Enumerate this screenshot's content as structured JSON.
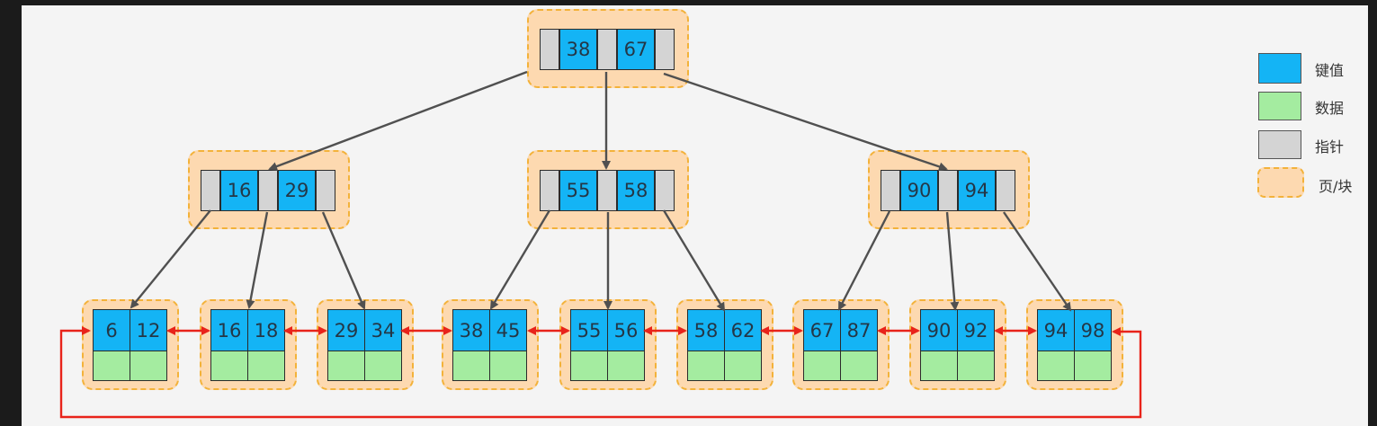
{
  "colors": {
    "key": "#14b4f5",
    "data": "#a4eca0",
    "pointer": "#d4d4d4",
    "page_fill": "#fdd9b0",
    "page_border": "#f3b23a",
    "tree_arrow": "#505050",
    "link_arrow": "#e8231a"
  },
  "tree": {
    "root": {
      "keys": [
        "38",
        "67"
      ]
    },
    "internal": [
      {
        "keys": [
          "16",
          "29"
        ]
      },
      {
        "keys": [
          "55",
          "58"
        ]
      },
      {
        "keys": [
          "90",
          "94"
        ]
      }
    ],
    "leaves": [
      {
        "keys": [
          "6",
          "12"
        ]
      },
      {
        "keys": [
          "16",
          "18"
        ]
      },
      {
        "keys": [
          "29",
          "34"
        ]
      },
      {
        "keys": [
          "38",
          "45"
        ]
      },
      {
        "keys": [
          "55",
          "56"
        ]
      },
      {
        "keys": [
          "58",
          "62"
        ]
      },
      {
        "keys": [
          "67",
          "87"
        ]
      },
      {
        "keys": [
          "90",
          "92"
        ]
      },
      {
        "keys": [
          "94",
          "98"
        ]
      }
    ]
  },
  "legend": {
    "key_label": "键值",
    "data_label": "数据",
    "pointer_label": "指针",
    "page_label": "页/块"
  }
}
